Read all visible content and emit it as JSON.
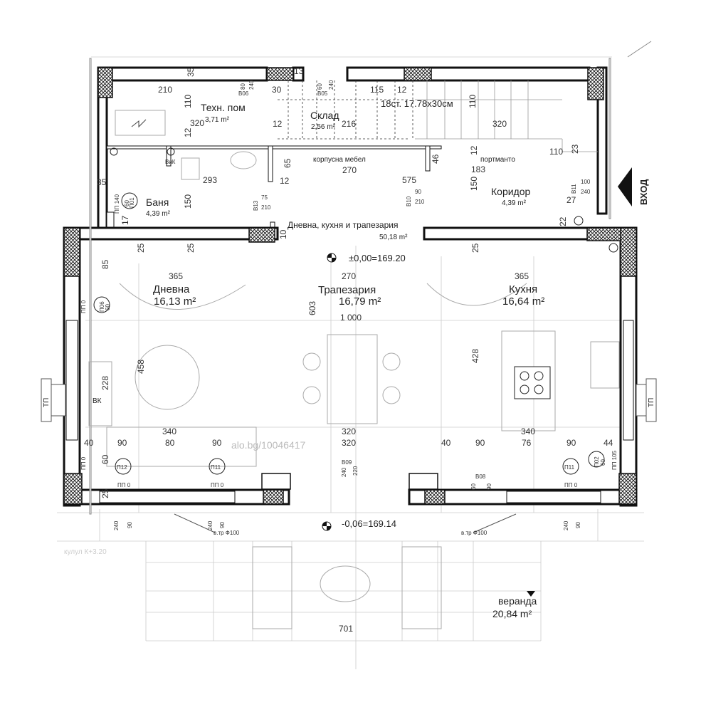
{
  "rooms": {
    "tech": {
      "name": "Техн. пом",
      "area": "3,71 m²"
    },
    "storage": {
      "name": "Склад",
      "area": "2,56 m²"
    },
    "bath": {
      "name": "Баня",
      "area": "4,39 m²"
    },
    "corridor": {
      "name": "Коридор",
      "area": "4,39 m²"
    },
    "open_space": {
      "name": "Дневна, кухня и трапезария",
      "area": "50,18 m²"
    },
    "living": {
      "name": "Дневна",
      "area": "16,13 m²"
    },
    "dining": {
      "name": "Трапезария",
      "area": "16,79 m²"
    },
    "kitchen": {
      "name": "Кухня",
      "area": "16,64 m²"
    },
    "veranda": {
      "name": "веранда",
      "area": "20,84 m²"
    }
  },
  "labels": {
    "entrance": "ВХОД",
    "stairs": "18ст. 17.78х30см",
    "cabinet": "корпусна мебел",
    "wardrobe": "портманто",
    "level_inside": "±0,00=169.20",
    "level_outside": "-0,06=169.14",
    "watermark": "alo.bg/10046417",
    "dim_1000": "1 000",
    "vik": "ВиК",
    "bk": "ВК",
    "tp_left": "ТП",
    "tp_right": "ТП",
    "pipe_left": "в.тр Ф100",
    "pipe_right": "в.тр Ф100",
    "bottom_faint": "кулул К+3.20"
  },
  "doors": {
    "b06": "В06",
    "b05": "В05",
    "b13": "В13",
    "b10": "В10",
    "b11": "В11",
    "b09": "В09",
    "b08": "В08"
  },
  "windows": {
    "p01": "П01",
    "p06": "П06",
    "p12": "П12",
    "p11a": "П11",
    "p11b": "П11",
    "p02": "П02",
    "pp140": "ПП 140",
    "pp0_left": "ПП 0",
    "pp0_lbottom": "ПП 0",
    "pp0_p12": "ПП 0",
    "pp0_p11a": "ПП 0",
    "pp0_p11b": "ПП 0",
    "pp105": "ПП 105"
  },
  "dims": {
    "d35_top": "35",
    "d210_top": "210",
    "d110": "110",
    "d320_tech": "320",
    "d12_tech": "12",
    "d30_st": "30",
    "d12_st": "12",
    "d216": "216",
    "d115": "115",
    "d12_st2": "12",
    "d110_st": "110",
    "d320_st": "320",
    "d110_right": "110",
    "d23": "23",
    "d13": "13",
    "d35_left": "35",
    "d293": "293",
    "d150_bath": "150",
    "d65": "65",
    "d12_cab": "12",
    "d270_cab": "270",
    "d46": "46",
    "d12_port": "12",
    "d183": "183",
    "d575": "575",
    "d150_cor": "150",
    "d27": "27",
    "d22": "22",
    "d17": "17",
    "d10": "10",
    "d25_a": "25",
    "d25_b": "25",
    "d25_c": "25",
    "d85": "85",
    "d365_l": "365",
    "d270_mid": "270",
    "d365_r": "365",
    "d603": "603",
    "d458": "458",
    "d428": "428",
    "d228": "228",
    "d340_l": "340",
    "d340_r": "340",
    "d40_l": "40",
    "d90_l1": "90",
    "d80": "80",
    "d90_l2": "90",
    "d320_a": "320",
    "d320_b": "320",
    "d40_r": "40",
    "d90_r1": "90",
    "d76": "76",
    "d90_r2": "90",
    "d44": "44",
    "d60": "60",
    "d25_bottom": "25",
    "d701": "701",
    "w80": "80",
    "w240": "240",
    "w60": "60",
    "w75": "75",
    "w210_b13": "210",
    "w90_b10": "90",
    "w210_b10": "210",
    "w100": "100",
    "w240_b11": "240",
    "w220": "220",
    "w240_b09": "240",
    "w90_b08": "90",
    "w60_b08": "60",
    "w90_bl": "90",
    "w240_bl": "240",
    "w90_bm": "90",
    "w240_bm": "240",
    "w90_br": "90",
    "w240_br": "240",
    "w60_p06": "60",
    "w60_p01": "60",
    "w60_p02": "60",
    "w240_b05": "240"
  }
}
